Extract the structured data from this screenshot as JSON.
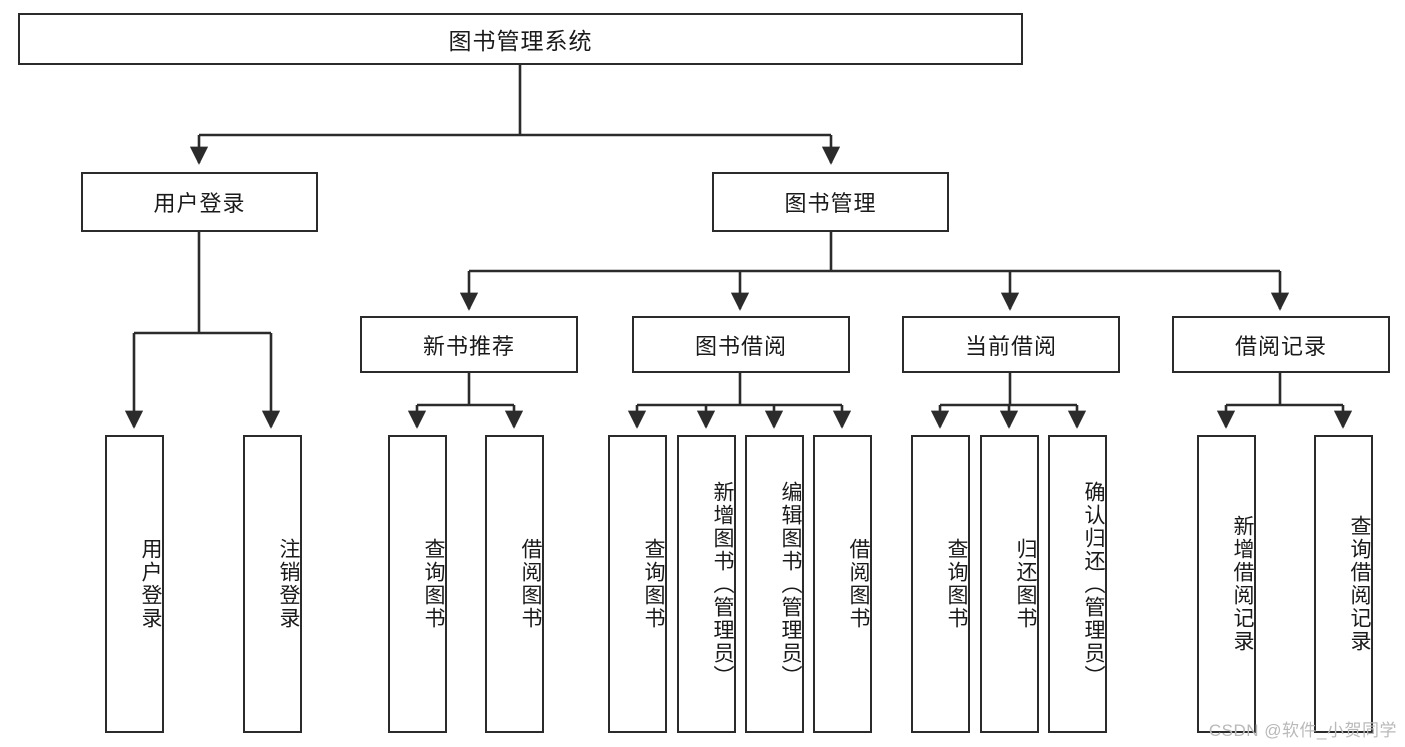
{
  "diagram": {
    "title": "图书管理系统",
    "type": "tree",
    "watermark": "CSDN @软件_小贺同学",
    "colors": {
      "box_border": "#2b2b2b",
      "box_fill": "#ffffff",
      "connector": "#2b2b2b",
      "text": "#1a1a1a",
      "watermark": "#b9b9b9",
      "background": "#ffffff"
    },
    "levels": {
      "root": {
        "label": "图书管理系统"
      },
      "level2": [
        {
          "label": "用户登录"
        },
        {
          "label": "图书管理"
        }
      ],
      "level3": [
        {
          "label": "新书推荐"
        },
        {
          "label": "图书借阅"
        },
        {
          "label": "当前借阅"
        },
        {
          "label": "借阅记录"
        }
      ],
      "leaves": [
        {
          "label": "用户登录",
          "parent": "用户登录"
        },
        {
          "label": "注销登录",
          "parent": "用户登录"
        },
        {
          "label": "查询图书",
          "parent": "新书推荐"
        },
        {
          "label": "借阅图书",
          "parent": "新书推荐"
        },
        {
          "label": "查询图书",
          "parent": "图书借阅"
        },
        {
          "label": "新增图书（管理员）",
          "parent": "图书借阅"
        },
        {
          "label": "编辑图书（管理员）",
          "parent": "图书借阅"
        },
        {
          "label": "借阅图书",
          "parent": "图书借阅"
        },
        {
          "label": "查询图书",
          "parent": "当前借阅"
        },
        {
          "label": "归还图书",
          "parent": "当前借阅"
        },
        {
          "label": "确认归还（管理员）",
          "parent": "当前借阅"
        },
        {
          "label": "新增借阅记录",
          "parent": "借阅记录"
        },
        {
          "label": "查询借阅记录",
          "parent": "借阅记录"
        }
      ]
    }
  }
}
